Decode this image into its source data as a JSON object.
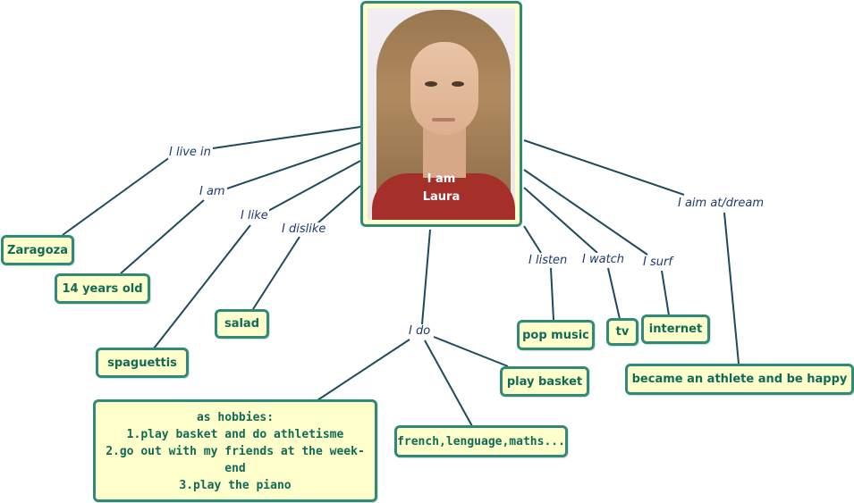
{
  "center": {
    "caption_line1": "I am",
    "caption_line2": "Laura"
  },
  "links": {
    "live_in": "I live in",
    "am": "I am",
    "like": "I like",
    "dislike": "I dislike",
    "do": "I do",
    "listen": "I listen",
    "watch": "I watch",
    "surf": "I surf",
    "aim": "I aim at/dream"
  },
  "nodes": {
    "zaragoza": "Zaragoza",
    "age": "14 years old",
    "spaguettis": "spaguettis",
    "salad": "salad",
    "hobbies": {
      "title": "as hobbies:",
      "items": [
        "1.play basket and do athletisme",
        "2.go out with my friends at the week-end",
        "3.play the piano"
      ]
    },
    "subjects": "french,lenguage,maths...",
    "play_basket": "play basket",
    "pop_music": "pop music",
    "tv": "tv",
    "internet": "internet",
    "dream": "became an athlete and be happy"
  },
  "colors": {
    "node_fill": "#ffffcc",
    "node_border": "#2e8b7a",
    "node_text": "#0f6b57",
    "link_line": "#1f4a5a",
    "link_text": "#1d3a6e"
  }
}
